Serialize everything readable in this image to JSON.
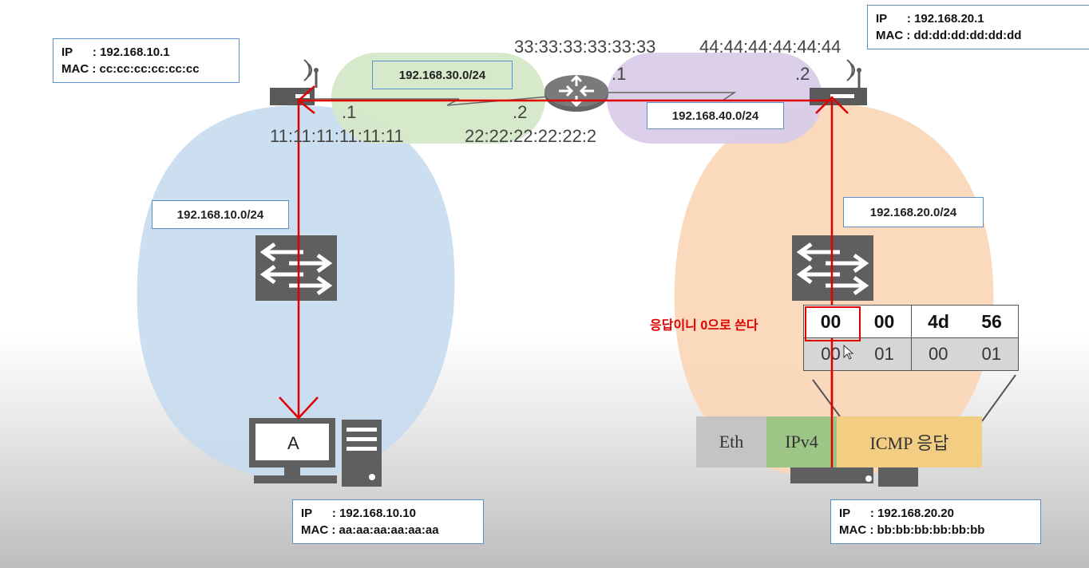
{
  "left_router": {
    "ip_line": "IP      : 192.168.10.1",
    "mac_line": "MAC : cc:cc:cc:cc:cc:cc"
  },
  "right_router": {
    "ip_line": "IP      : 192.168.20.1",
    "mac_line": "MAC : dd:dd:dd:dd:dd:dd"
  },
  "host_a": {
    "label": "A",
    "ip_line": "IP      : 192.168.10.10",
    "mac_line": "MAC : aa:aa:aa:aa:aa:aa"
  },
  "host_b": {
    "ip_line": "IP      : 192.168.20.20",
    "mac_line": "MAC : bb:bb:bb:bb:bb:bb"
  },
  "subnets": {
    "net30": "192.168.30.0/24",
    "net40": "192.168.40.0/24",
    "net10": "192.168.10.0/24",
    "net20": "192.168.20.0/24"
  },
  "interfaces": {
    "mac_33": "33:33:33:33:33:33",
    "mac_44": "44:44:44:44:44:44",
    "dot1_right": ".1",
    "dot2_right": ".2",
    "dot1_left": ".1",
    "dot2_left": ".2",
    "mac_11": "11:11:11:11:11:11",
    "mac_22": "22:22:22:22:22:2"
  },
  "icmp_fields": {
    "row1": [
      "00",
      "00",
      "4d",
      "56"
    ],
    "row2": [
      "00",
      "01",
      "00",
      "01"
    ]
  },
  "note": "응답이니 0으로 쓴다",
  "packet": {
    "eth": "Eth",
    "ipv4": "IPv4",
    "icmp": "ICMP 응답"
  },
  "colors": {
    "net10": "#c5dcf0",
    "net20": "#f9d5b5",
    "net30": "#d5e8c8",
    "net40": "#d9cce8",
    "path": "#e00000",
    "eth": "#c4c4c4",
    "ipv4": "#9cc586",
    "icmp": "#f2cd82"
  }
}
